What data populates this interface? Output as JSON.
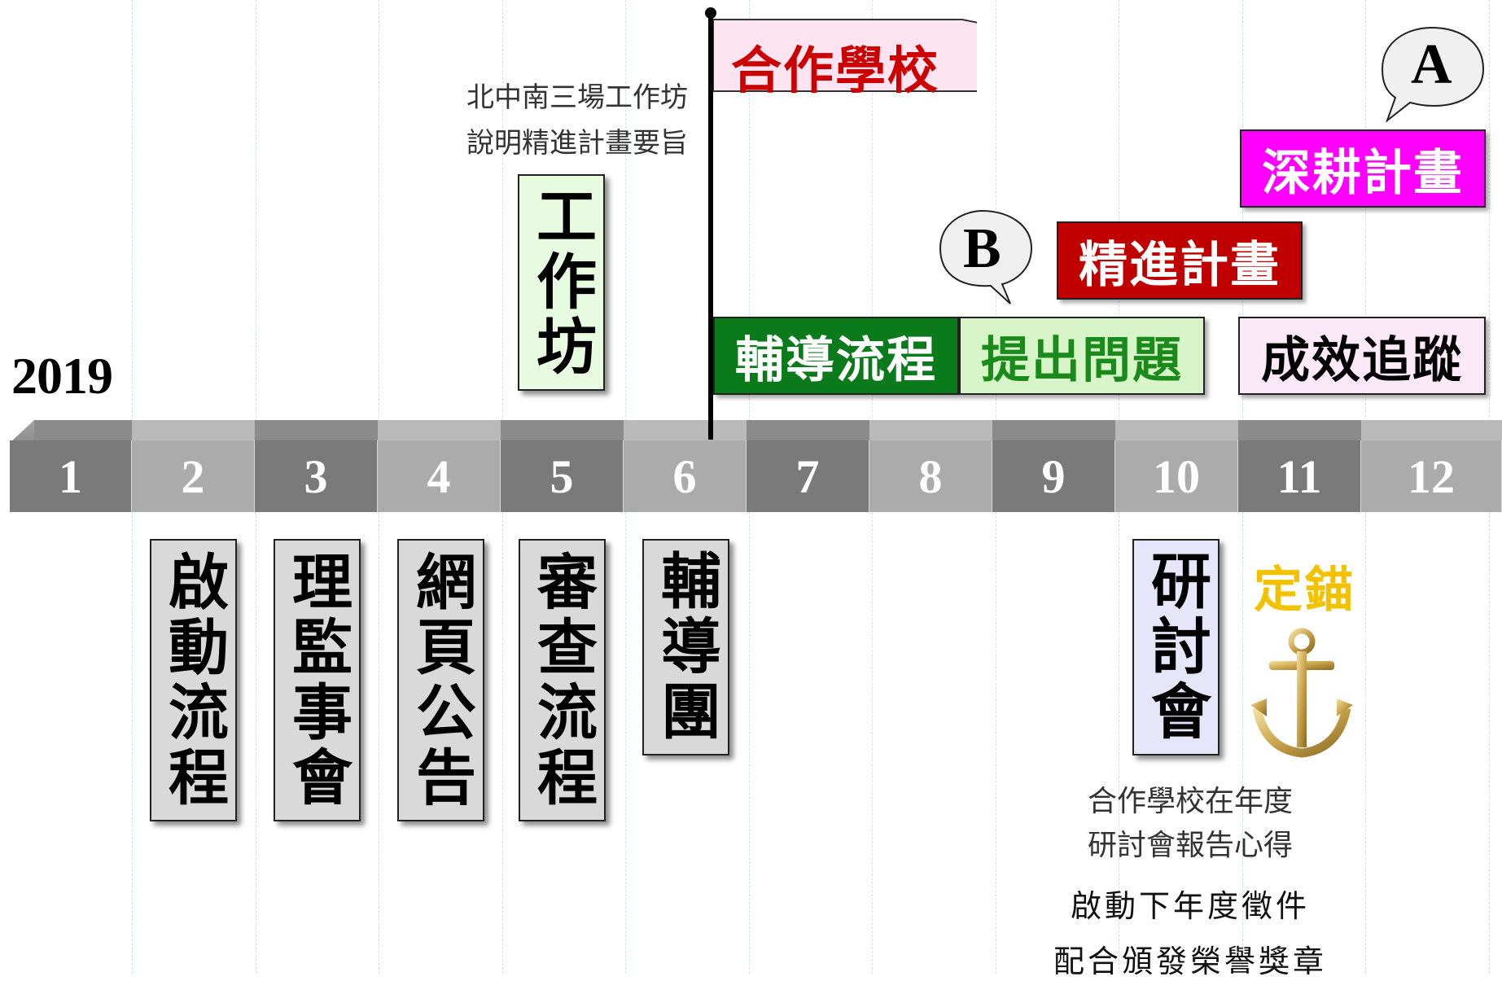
{
  "year": "2019",
  "months": [
    "1",
    "2",
    "3",
    "4",
    "5",
    "6",
    "7",
    "8",
    "9",
    "10",
    "11",
    "12"
  ],
  "below_boxes": [
    {
      "label": "啟動流程"
    },
    {
      "label": "理監事會"
    },
    {
      "label": "網頁公告"
    },
    {
      "label": "審查流程"
    },
    {
      "label": "輔導團"
    },
    {
      "label": "研討會"
    }
  ],
  "workshop": {
    "label": "工作坊",
    "caption_line1": "北中南三場工作坊",
    "caption_line2": "說明精進計畫要旨"
  },
  "flag": {
    "label": "合作學校",
    "color": "#cc0000",
    "fill": "#fde4f0"
  },
  "bars": {
    "guidance_process": "輔導流程",
    "raise_issues": "提出問題",
    "refinement_plan": "精進計畫",
    "deep_plan": "深耕計畫",
    "outcome_tracking": "成效追蹤"
  },
  "bubbles": {
    "a": "A",
    "b": "B"
  },
  "anchor": {
    "label": "定錨",
    "color": "#f2c200"
  },
  "bottom_captions": {
    "line1": "合作學校在年度",
    "line2": "研討會報告心得",
    "line3": "啟動下年度徵件",
    "line4": "配合頒發榮譽獎章"
  },
  "colors": {
    "green_dark": "#0b7a1a",
    "green_light": "#d7f5c8",
    "red": "#c00000",
    "magenta": "#ff00ff",
    "pink_light": "#fbe9f8",
    "lavender": "#e6e6fb",
    "workshop_fill": "#e6fbe0"
  }
}
